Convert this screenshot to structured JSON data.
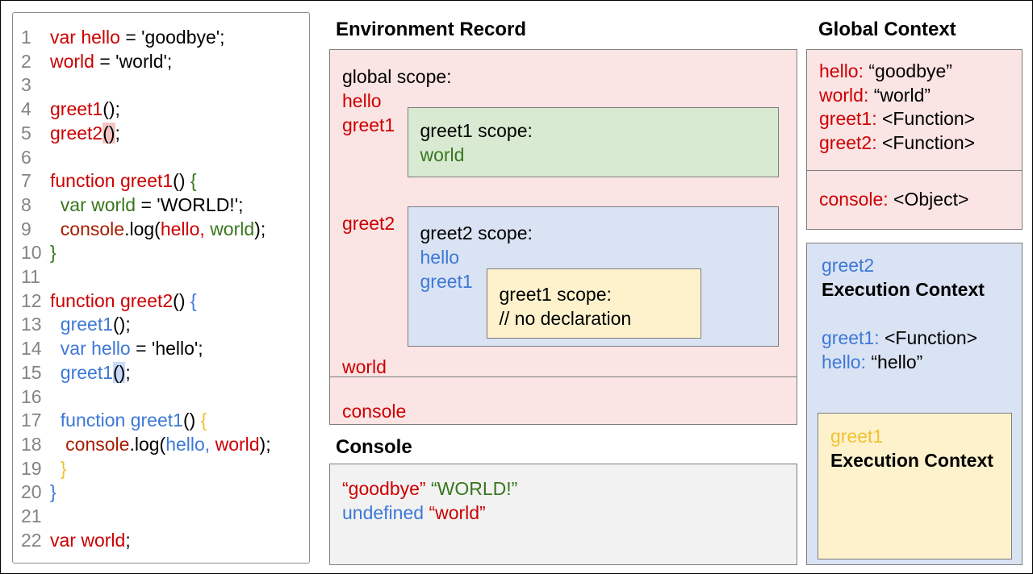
{
  "palette": {
    "red": "#cc0000",
    "dark_red": "#a61c00",
    "green": "#38761d",
    "blue": "#3c78d8",
    "gold": "#f1c232",
    "line_number_gray": "#848484",
    "pink_fill": "#fbe4e4",
    "green_fill": "#d9ead3",
    "blue_fill": "#dae3f3",
    "yellow_fill": "#fef2cd",
    "console_fill": "#f2f2f2",
    "red_paren_highlight": "#f4c5c2",
    "blue_paren_highlight": "#c9daf8",
    "box_border": "#7d7d7d"
  },
  "code_panel": {
    "lines": [
      {
        "n": "1",
        "segs": [
          {
            "t": "var hello ",
            "c": "red"
          },
          {
            "t": "= 'goodbye';",
            "c": "k"
          }
        ]
      },
      {
        "n": "2",
        "segs": [
          {
            "t": "world ",
            "c": "red"
          },
          {
            "t": "= 'world';",
            "c": "k"
          }
        ]
      },
      {
        "n": "3",
        "segs": []
      },
      {
        "n": "4",
        "segs": [
          {
            "t": "greet1",
            "c": "red"
          },
          {
            "t": "();",
            "c": "k"
          }
        ]
      },
      {
        "n": "5",
        "segs": [
          {
            "t": "greet2",
            "c": "red"
          },
          {
            "t": "()",
            "c": "k",
            "h": "red"
          },
          {
            "t": ";",
            "c": "k"
          }
        ]
      },
      {
        "n": "6",
        "segs": []
      },
      {
        "n": "7",
        "segs": [
          {
            "t": "function greet1",
            "c": "red"
          },
          {
            "t": "() ",
            "c": "k"
          },
          {
            "t": "{",
            "c": "green"
          }
        ]
      },
      {
        "n": "8",
        "segs": [
          {
            "t": "  ",
            "c": "k"
          },
          {
            "t": "var world ",
            "c": "green"
          },
          {
            "t": "= 'WORLD!';",
            "c": "k"
          }
        ]
      },
      {
        "n": "9",
        "segs": [
          {
            "t": "  ",
            "c": "k"
          },
          {
            "t": "console",
            "c": "dred"
          },
          {
            "t": ".log(",
            "c": "k"
          },
          {
            "t": "hello,",
            "c": "red"
          },
          {
            "t": " ",
            "c": "k"
          },
          {
            "t": "world",
            "c": "green"
          },
          {
            "t": ");",
            "c": "k"
          }
        ]
      },
      {
        "n": "10",
        "segs": [
          {
            "t": "}",
            "c": "green"
          }
        ]
      },
      {
        "n": "11",
        "segs": []
      },
      {
        "n": "12",
        "segs": [
          {
            "t": "function greet2",
            "c": "red"
          },
          {
            "t": "() ",
            "c": "k"
          },
          {
            "t": "{",
            "c": "blue"
          }
        ]
      },
      {
        "n": "13",
        "segs": [
          {
            "t": "  ",
            "c": "k"
          },
          {
            "t": "greet1",
            "c": "blue"
          },
          {
            "t": "();",
            "c": "k"
          }
        ]
      },
      {
        "n": "14",
        "segs": [
          {
            "t": "  ",
            "c": "k"
          },
          {
            "t": "var hello ",
            "c": "blue"
          },
          {
            "t": "= 'hello';",
            "c": "k"
          }
        ]
      },
      {
        "n": "15",
        "segs": [
          {
            "t": "  ",
            "c": "k"
          },
          {
            "t": "greet1",
            "c": "blue"
          },
          {
            "t": "()",
            "c": "k",
            "h": "blue"
          },
          {
            "t": ";",
            "c": "k"
          }
        ]
      },
      {
        "n": "16",
        "segs": []
      },
      {
        "n": "17",
        "segs": [
          {
            "t": "  ",
            "c": "k"
          },
          {
            "t": "function greet1",
            "c": "blue"
          },
          {
            "t": "() ",
            "c": "k"
          },
          {
            "t": "{",
            "c": "gold"
          }
        ]
      },
      {
        "n": "18",
        "segs": [
          {
            "t": "   ",
            "c": "k"
          },
          {
            "t": "console",
            "c": "dred"
          },
          {
            "t": ".log(",
            "c": "k"
          },
          {
            "t": "hello,",
            "c": "blue"
          },
          {
            "t": " ",
            "c": "k"
          },
          {
            "t": "world",
            "c": "red"
          },
          {
            "t": ");",
            "c": "k"
          }
        ]
      },
      {
        "n": "19",
        "segs": [
          {
            "t": "  ",
            "c": "k"
          },
          {
            "t": "}",
            "c": "gold"
          }
        ]
      },
      {
        "n": "20",
        "segs": [
          {
            "t": "}",
            "c": "blue"
          }
        ]
      },
      {
        "n": "21",
        "segs": []
      },
      {
        "n": "22",
        "segs": [
          {
            "t": "var world",
            "c": "red"
          },
          {
            "t": ";",
            "c": "k"
          }
        ]
      }
    ]
  },
  "environment_record": {
    "title": "Environment Record",
    "global_scope_label": "global scope:",
    "var_hello": "hello",
    "var_greet1": "greet1",
    "var_greet2": "greet2",
    "var_world": "world",
    "console_label": "console",
    "greet1_scope": {
      "label": "greet1 scope:",
      "var_world": "world"
    },
    "greet2_scope": {
      "label": "greet2 scope:",
      "var_hello": "hello",
      "var_greet1": "greet1",
      "inner_greet1_scope": {
        "label": "greet1 scope:",
        "comment": "// no declaration"
      }
    }
  },
  "console_panel": {
    "title": "Console",
    "lines": [
      [
        {
          "t": "“goodbye”",
          "c": "red"
        },
        {
          "t": " ",
          "c": "k"
        },
        {
          "t": "“WORLD!”",
          "c": "green"
        }
      ],
      [
        {
          "t": "undefined",
          "c": "blue"
        },
        {
          "t": " ",
          "c": "k"
        },
        {
          "t": "“world”",
          "c": "red"
        }
      ]
    ]
  },
  "global_context": {
    "title": "Global Context",
    "vars": [
      [
        {
          "t": "hello:",
          "c": "red"
        },
        {
          "t": " “goodbye”",
          "c": "k"
        }
      ],
      [
        {
          "t": "world:",
          "c": "red"
        },
        {
          "t": " “world”",
          "c": "k"
        }
      ],
      [
        {
          "t": "greet1:",
          "c": "red"
        },
        {
          "t": " <Function>",
          "c": "k"
        }
      ],
      [
        {
          "t": "greet2:",
          "c": "red"
        },
        {
          "t": " <Function>",
          "c": "k"
        }
      ]
    ],
    "console_line": [
      {
        "t": "console:",
        "c": "red"
      },
      {
        "t": " <Object>",
        "c": "k"
      }
    ]
  },
  "execution_context": {
    "function_name": "greet2",
    "heading": "Execution Context",
    "vars": [
      [
        {
          "t": "greet1:",
          "c": "blue"
        },
        {
          "t": " <Function>",
          "c": "k"
        }
      ],
      [
        {
          "t": "hello:",
          "c": "blue"
        },
        {
          "t": " “hello”",
          "c": "k"
        }
      ]
    ],
    "inner": {
      "function_name": "greet1",
      "heading": "Execution Context"
    }
  }
}
